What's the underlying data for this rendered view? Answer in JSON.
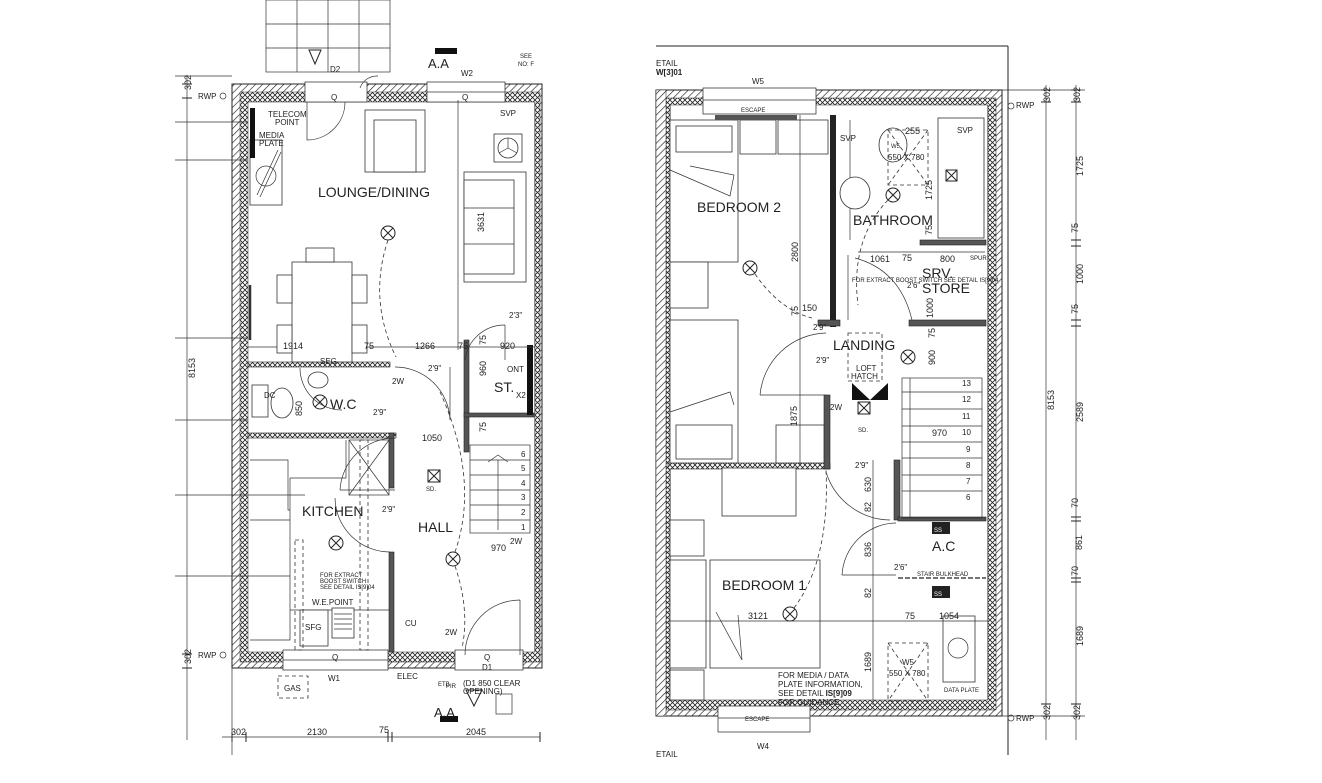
{
  "ground_floor": {
    "rooms": {
      "lounge": "LOUNGE/DINING",
      "wc": "W.C",
      "kitchen": "KITCHEN",
      "hall": "HALL",
      "store": "ST."
    },
    "labels": {
      "telecom": "TELECOM POINT",
      "telecom1": "TELECOM",
      "telecom2": "POINT",
      "media1": "MEDIA",
      "media2": "PLATE",
      "d2": "D2",
      "w2": "W2",
      "w1": "W1",
      "d1": "D1",
      "svp": "SVP",
      "rwp_top": "RWP",
      "rwp_bottom": "RWP",
      "section_top": "A.A",
      "section_bottom": "A.A",
      "see_top": "SEE",
      "see_top2": "NO: F",
      "seg": "SEG",
      "ont": "ONT",
      "x2": "X2",
      "dc": "DC",
      "sd": "SD.",
      "cu": "CU",
      "gas": "GAS",
      "elec": "ELEC",
      "etb": "ETB",
      "pir": "PIR",
      "sfg": "SFG",
      "we_point": "W.E.POINT",
      "extract1": "FOR EXTRACT",
      "extract2": "BOOST SWITCH",
      "extract3": "SEE DETAIL IS[9]04",
      "d1_note1": "(D1 850 CLEAR",
      "d1_note2": "OPENING)",
      "q1": "Q",
      "q2": "Q",
      "q3": "Q",
      "q4": "Q",
      "door_2w_1": "2W",
      "door_2w_2": "2W",
      "door_2w_3": "2W",
      "door_29_1": "2'9\"",
      "door_29_2": "2'9\"",
      "door_29_3": "2'9\"",
      "door_23": "2'3\""
    },
    "dimensions": {
      "d3631": "3631",
      "d1914": "1914",
      "d75a": "75",
      "d1266": "1266",
      "d75b": "75",
      "d75c": "75",
      "d920": "920",
      "d960": "960",
      "d850": "850",
      "d1050": "1050",
      "d75d": "75",
      "d970": "970",
      "left_302_top": "302",
      "left_8153": "8153",
      "left_302_bottom": "302",
      "bottom_302": "302",
      "bottom_2130": "2130",
      "bottom_75": "75",
      "bottom_2045": "2045"
    },
    "stair_steps": [
      "1",
      "2",
      "3",
      "4",
      "5",
      "6"
    ]
  },
  "first_floor": {
    "rooms": {
      "bedroom2": "BEDROOM 2",
      "bathroom": "BATHROOM",
      "srv1": "SRV.",
      "srv2": "STORE",
      "landing": "LANDING",
      "ac": "A.C",
      "bedroom1": "BEDROOM 1"
    },
    "labels": {
      "detail_top1": "ETAIL",
      "detail_top2": "W[3]01",
      "detail_bottom": "ETAIL",
      "w5": "W5",
      "w4": "W4",
      "escape_top": "ESCAPE",
      "escape_bottom": "ESCAPE",
      "svp1": "SVP",
      "svp2": "SVP",
      "rwp_top": "RWP",
      "rwp_bottom": "RWP",
      "ws_top": "W5",
      "ws_top_size": "550 X 780",
      "ws_bottom": "W5",
      "ws_bottom_size": "550 X 780",
      "loft1": "LOFT",
      "loft2": "HATCH",
      "sd": "SD.",
      "ss1": "SS",
      "ss2": "SS",
      "bulkhead": "STAIR BULKHEAD",
      "spur": "SPUR",
      "data_plate": "DATA PLATE",
      "extract": "FOR EXTRACT BOOST SWITCH SEE DETAIL IS[9]04",
      "media1": "FOR MEDIA / DATA",
      "media2": "PLATE INFORMATION,",
      "media3a": "SEE DETAIL ",
      "media3b": "IS[9]09",
      "media4": "FOR GUIDANCE",
      "door_29_1": "2'9\"",
      "door_29_2": "2'9\"",
      "door_29_3": "2'9\"",
      "door_26_1": "2'6\"",
      "door_26_2": "2'6\"",
      "door_2w": "2W"
    },
    "dimensions": {
      "d255": "255",
      "d1725v": "1725",
      "d75v": "75",
      "d2800": "2800",
      "d1061": "1061",
      "d75h": "75",
      "d800": "800",
      "d1000v": "1000",
      "d75a": "75",
      "d150": "150",
      "d75b": "75",
      "d900": "900",
      "d1875": "1875",
      "d970": "970",
      "d630": "630",
      "d82a": "82",
      "d836": "836",
      "d82b": "82",
      "d3121": "3121",
      "d75c": "75",
      "d1054": "1054",
      "d1689": "1689",
      "r1_302a": "302",
      "r1_8153": "8153",
      "r1_302b": "302",
      "r2_302a": "302",
      "r2_1725": "1725",
      "r2_75a": "75",
      "r2_1000": "1000",
      "r2_75b": "75",
      "r2_2589": "2589",
      "r2_70a": "70",
      "r2_861": "861",
      "r2_70b": "70",
      "r2_1689": "1689",
      "r2_302b": "302"
    },
    "stair_steps": [
      "13",
      "12",
      "11",
      "10",
      "9",
      "8",
      "7",
      "6"
    ]
  },
  "colors": {
    "line": "#222222",
    "background": "#ffffff"
  }
}
